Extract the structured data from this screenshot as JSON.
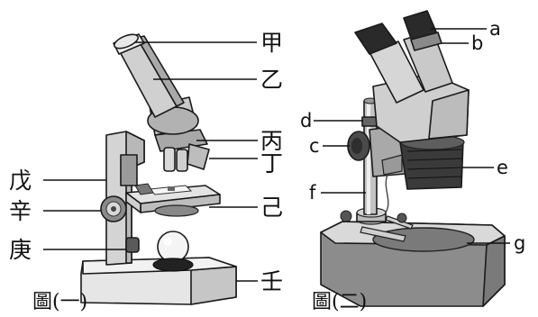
{
  "figure1": {
    "caption": "圖(一)",
    "labels": {
      "jia": "甲",
      "yi": "乙",
      "bing": "丙",
      "ding": "丁",
      "wu": "戊",
      "xin": "辛",
      "ji": "己",
      "geng": "庚",
      "ren": "壬"
    }
  },
  "figure2": {
    "caption": "圖(二)",
    "labels": {
      "a": "a",
      "b": "b",
      "c": "c",
      "d": "d",
      "e": "e",
      "f": "f",
      "g": "g"
    }
  },
  "colors": {
    "light": "#e9e9e9",
    "mid": "#bdbdbd",
    "dark": "#6e6e6e",
    "black": "#202020",
    "line": "#111111"
  }
}
